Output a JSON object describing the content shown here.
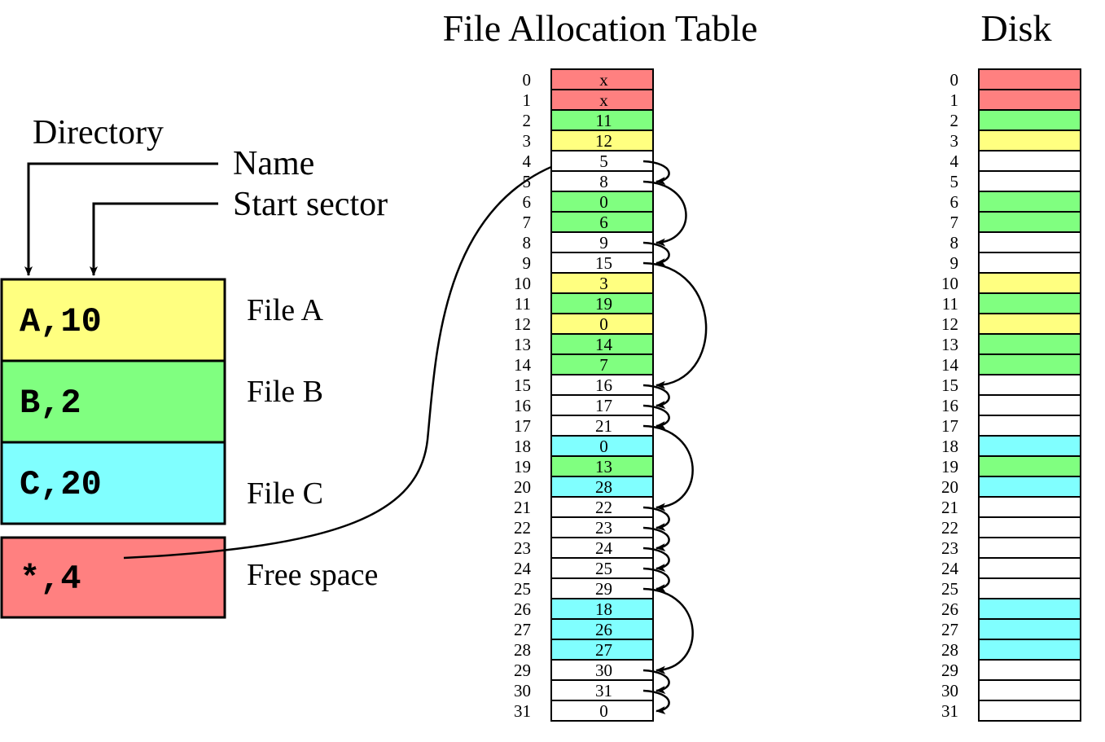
{
  "titles": {
    "fat": "File Allocation Table",
    "disk": "Disk",
    "directory": "Directory"
  },
  "labels": {
    "name": "Name",
    "start_sector": "Start sector"
  },
  "colors": {
    "A": "#ffff80",
    "B": "#80ff80",
    "C": "#80ffff",
    "R": "#ff8080",
    "F": "#ffffff"
  },
  "directory": [
    {
      "entry": "A,10",
      "label": "File A",
      "color_key": "A"
    },
    {
      "entry": "B,2",
      "label": "File B",
      "color_key": "B"
    },
    {
      "entry": "C,20",
      "label": "File C",
      "color_key": "C"
    }
  ],
  "free_entry": {
    "entry": "*,4",
    "label": "Free space",
    "color_key": "R"
  },
  "fat": [
    {
      "index": "0",
      "value": "x",
      "color_key": "R"
    },
    {
      "index": "1",
      "value": "x",
      "color_key": "R"
    },
    {
      "index": "2",
      "value": "11",
      "color_key": "B"
    },
    {
      "index": "3",
      "value": "12",
      "color_key": "A"
    },
    {
      "index": "4",
      "value": "5",
      "color_key": "F"
    },
    {
      "index": "5",
      "value": "8",
      "color_key": "F"
    },
    {
      "index": "6",
      "value": "0",
      "color_key": "B"
    },
    {
      "index": "7",
      "value": "6",
      "color_key": "B"
    },
    {
      "index": "8",
      "value": "9",
      "color_key": "F"
    },
    {
      "index": "9",
      "value": "15",
      "color_key": "F"
    },
    {
      "index": "10",
      "value": "3",
      "color_key": "A"
    },
    {
      "index": "11",
      "value": "19",
      "color_key": "B"
    },
    {
      "index": "12",
      "value": "0",
      "color_key": "A"
    },
    {
      "index": "13",
      "value": "14",
      "color_key": "B"
    },
    {
      "index": "14",
      "value": "7",
      "color_key": "B"
    },
    {
      "index": "15",
      "value": "16",
      "color_key": "F"
    },
    {
      "index": "16",
      "value": "17",
      "color_key": "F"
    },
    {
      "index": "17",
      "value": "21",
      "color_key": "F"
    },
    {
      "index": "18",
      "value": "0",
      "color_key": "C"
    },
    {
      "index": "19",
      "value": "13",
      "color_key": "B"
    },
    {
      "index": "20",
      "value": "28",
      "color_key": "C"
    },
    {
      "index": "21",
      "value": "22",
      "color_key": "F"
    },
    {
      "index": "22",
      "value": "23",
      "color_key": "F"
    },
    {
      "index": "23",
      "value": "24",
      "color_key": "F"
    },
    {
      "index": "24",
      "value": "25",
      "color_key": "F"
    },
    {
      "index": "25",
      "value": "29",
      "color_key": "F"
    },
    {
      "index": "26",
      "value": "18",
      "color_key": "C"
    },
    {
      "index": "27",
      "value": "26",
      "color_key": "C"
    },
    {
      "index": "28",
      "value": "27",
      "color_key": "C"
    },
    {
      "index": "29",
      "value": "30",
      "color_key": "F"
    },
    {
      "index": "30",
      "value": "31",
      "color_key": "F"
    },
    {
      "index": "31",
      "value": "0",
      "color_key": "F"
    }
  ],
  "free_chain": [
    4,
    5,
    8,
    9,
    15,
    16,
    17,
    21,
    22,
    23,
    24,
    25,
    29,
    30,
    31
  ]
}
